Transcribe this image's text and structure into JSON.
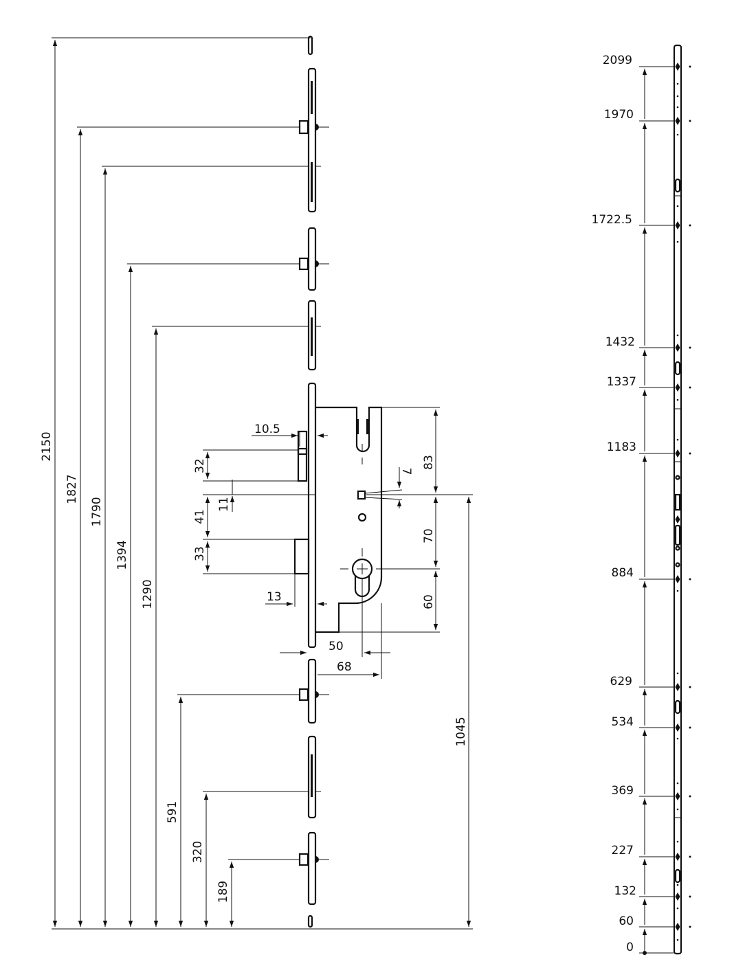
{
  "left_heights": [
    "2150",
    "1827",
    "1790",
    "1394",
    "1290",
    "591",
    "320",
    "189"
  ],
  "lock_dims": {
    "backset_10_5": "10.5",
    "d32": "32",
    "d11": "11",
    "d41": "41",
    "d33": "33",
    "d13": "13",
    "d83": "83",
    "d70": "70",
    "d60": "60",
    "d7": "7",
    "d50": "50",
    "d68": "68",
    "d1045": "1045"
  },
  "right_heights": [
    "2099",
    "1970",
    "1722.5",
    "1432",
    "1337",
    "1183",
    "884",
    "629",
    "534",
    "369",
    "227",
    "132",
    "60",
    "0"
  ]
}
